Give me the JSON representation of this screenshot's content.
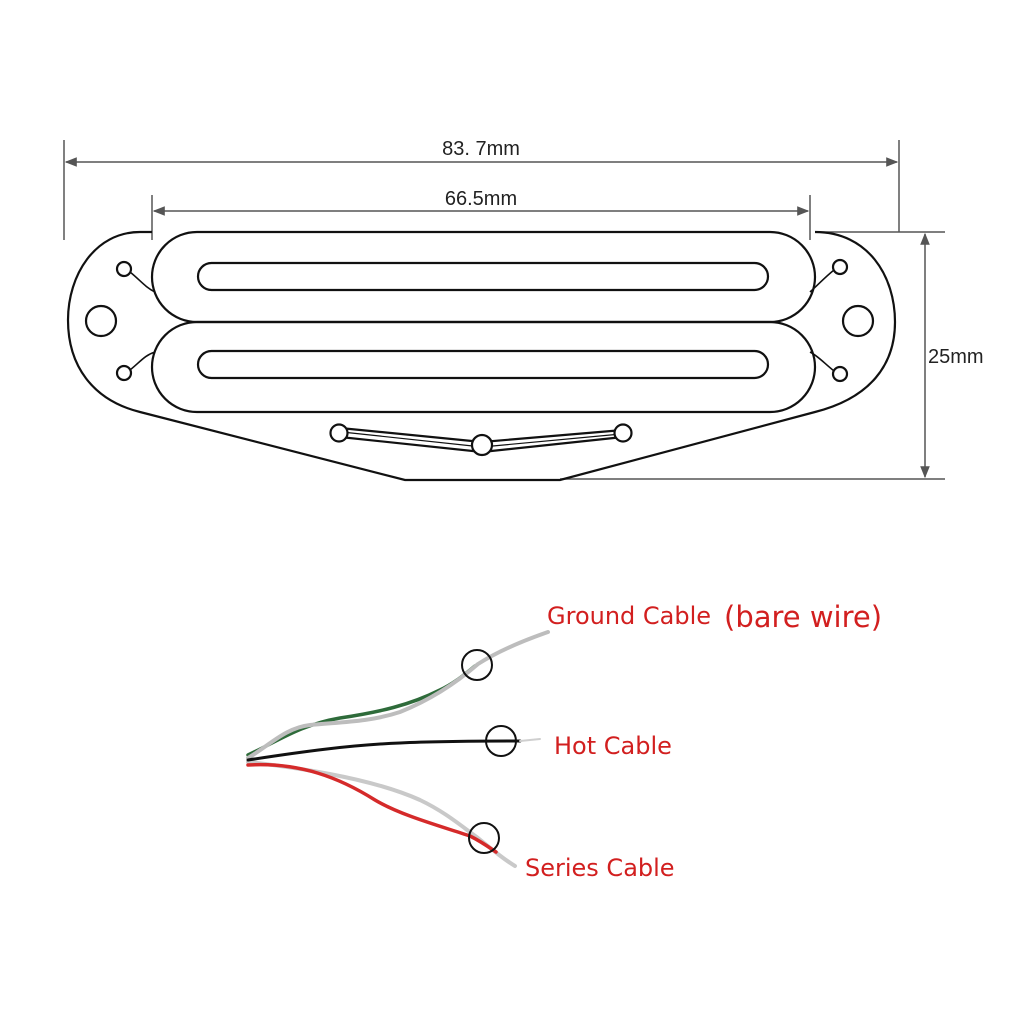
{
  "dimensions": {
    "overall_length": "83. 7mm",
    "bobbin_length": "66.5mm",
    "width": "25mm"
  },
  "wires": {
    "ground_label": "Ground Cable",
    "ground_note": "(bare wire)",
    "hot_label": "Hot Cable",
    "series_label": "Series Cable"
  },
  "colors": {
    "outline": "#111111",
    "dimension_line": "#555555",
    "label_red": "#d21f1f",
    "wire_green": "#2e6b3a",
    "wire_black": "#111111",
    "wire_red": "#d52a2a",
    "wire_bare": "#b8b8b8"
  }
}
